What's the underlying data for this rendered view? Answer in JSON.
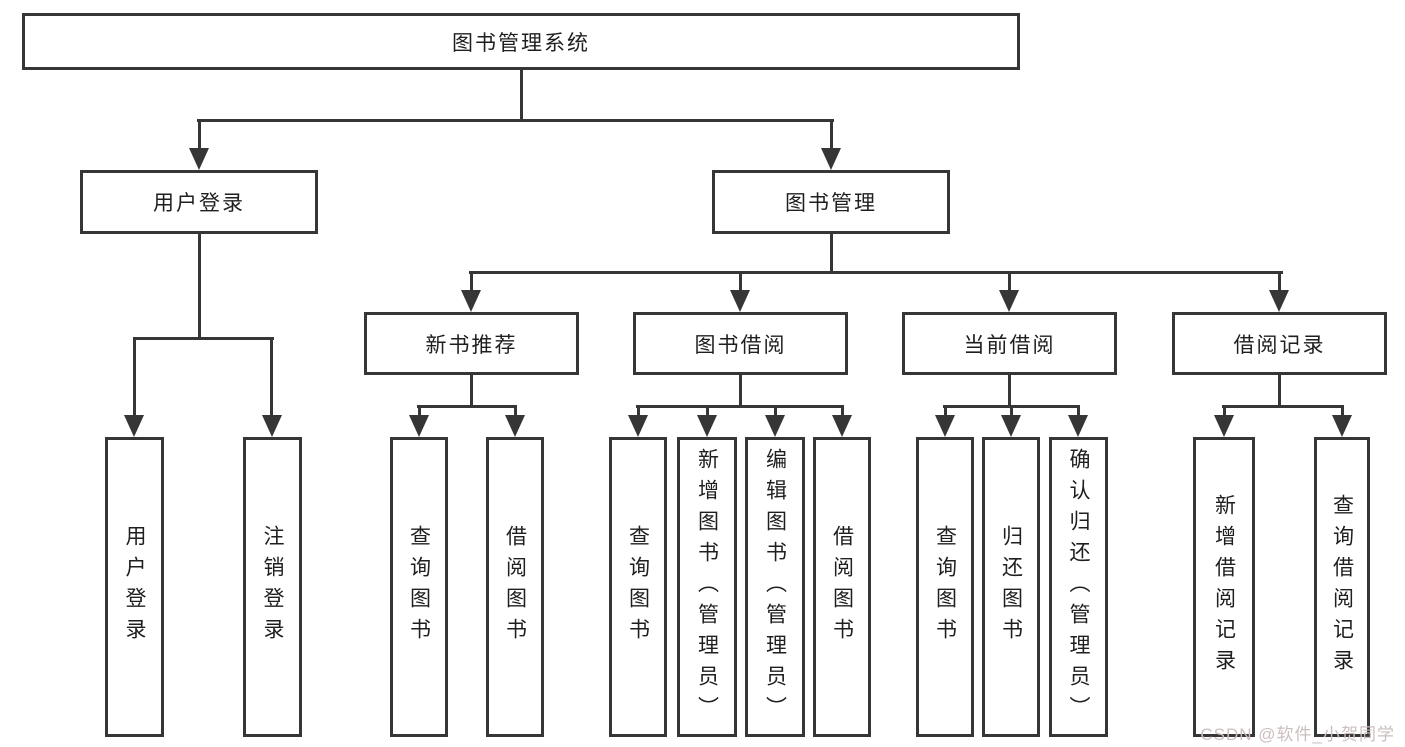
{
  "tree": {
    "label": "图书管理系统",
    "children": [
      {
        "label": "用户登录",
        "children": [
          {
            "label": "用户登录"
          },
          {
            "label": "注销登录"
          }
        ]
      },
      {
        "label": "图书管理",
        "children": [
          {
            "label": "新书推荐",
            "children": [
              {
                "label": "查询图书"
              },
              {
                "label": "借阅图书"
              }
            ]
          },
          {
            "label": "图书借阅",
            "children": [
              {
                "label": "查询图书"
              },
              {
                "label": "新增图书（管理员）"
              },
              {
                "label": "编辑图书（管理员）"
              },
              {
                "label": "借阅图书"
              }
            ]
          },
          {
            "label": "当前借阅",
            "children": [
              {
                "label": "查询图书"
              },
              {
                "label": "归还图书"
              },
              {
                "label": "确认归还（管理员）"
              }
            ]
          },
          {
            "label": "借阅记录",
            "children": [
              {
                "label": "新增借阅记录"
              },
              {
                "label": "查询借阅记录"
              }
            ]
          }
        ]
      }
    ]
  },
  "watermark": {
    "text": "CSDN @软件_小贺同学"
  },
  "colors": {
    "line": "#363636",
    "text": "#1f1f1f",
    "watermark": "#ccbfbf"
  }
}
